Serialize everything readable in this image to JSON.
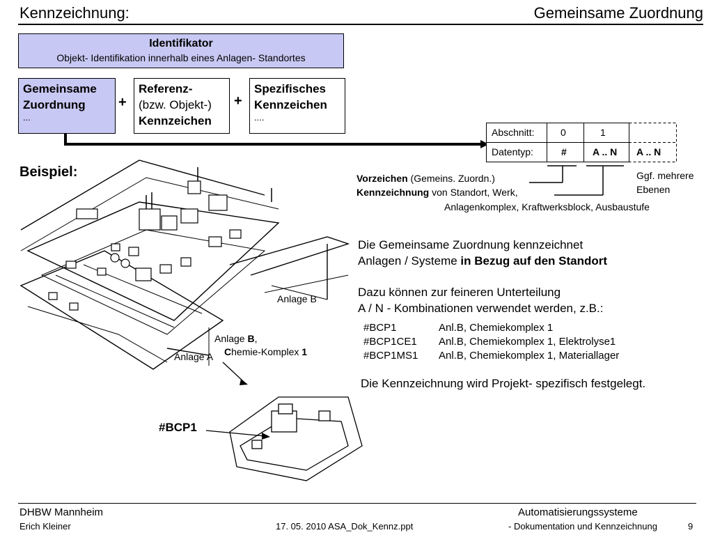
{
  "header": {
    "left": "Kennzeichnung:",
    "right": "Gemeinsame Zuordnung"
  },
  "identifier": {
    "title": "Identifikator",
    "subtitle": "Objekt- Identifikation innerhalb eines Anlagen- Standortes"
  },
  "parts": [
    {
      "l1": "Gemeinsame",
      "l2": "Zuordnung",
      "l3": "..."
    },
    {
      "l1": "Referenz-",
      "l2": "(bzw. Objekt-)",
      "l3": "Kennzeichen"
    },
    {
      "l1": "Spezifisches",
      "l2": "Kennzeichen",
      "l3": "...."
    }
  ],
  "plus": "+",
  "table": {
    "row1_label": "Abschnitt:",
    "row1_c1": "0",
    "row1_c2": "1",
    "row2_label": "Datentyp:",
    "row2_c1": "#",
    "row2_c2": "A .. N",
    "row2_c3": "A .. N"
  },
  "example_label": "Beispiel:",
  "legend": {
    "vorzeichen_bold": "Vorzeichen",
    "vorzeichen_rest": " (Gemeins. Zuordn.)",
    "kennz_bold": "Kennzeichnung",
    "kennz_rest": " von Standort, Werk,",
    "kennz_line2": "Anlagenkomplex, Kraftwerksblock, Ausbaustufe",
    "ggf_l1": "Ggf. mehrere",
    "ggf_l2": "Ebenen"
  },
  "text": {
    "p1_l1": "Die Gemeinsame Zuordnung kennzeichnet",
    "p1_l2_pre": "Anlagen / Systeme ",
    "p1_l2_bold": "in Bezug auf den Standort",
    "p2_l1": "Dazu können zur feineren Unterteilung",
    "p2_l2": "A / N - Kombinationen verwendet werden, z.B.:",
    "codes": [
      {
        "code": "#BCP1",
        "desc": "Anl.B, Chemiekomplex 1"
      },
      {
        "code": "#BCP1CE1",
        "desc": "Anl.B, Chemiekomplex 1, Elektrolyse1"
      },
      {
        "code": "#BCP1MS1",
        "desc": "Anl.B, Chemiekomplex 1, Materiallager"
      }
    ],
    "p3": "Die Kennzeichnung wird Projekt- spezifisch festgelegt."
  },
  "drawing": {
    "anlage_b": "Anlage B",
    "anlage_a": "Anlage A",
    "callout_l1_pre": "Anlage ",
    "callout_l1_bold": "B",
    "callout_l1_post": ",",
    "callout_l2_bold": "C",
    "callout_l2_rest": "hemie-Komplex ",
    "callout_l2_num": "1",
    "bcp1": "#BCP1"
  },
  "footer": {
    "org": "DHBW  Mannheim",
    "author": "Erich Kleiner",
    "file": "17. 05. 2010  ASA_Dok_Kennz.ppt",
    "course": "Automatisierungssysteme",
    "topic": "- Dokumentation und Kennzeichnung",
    "page": "9"
  }
}
